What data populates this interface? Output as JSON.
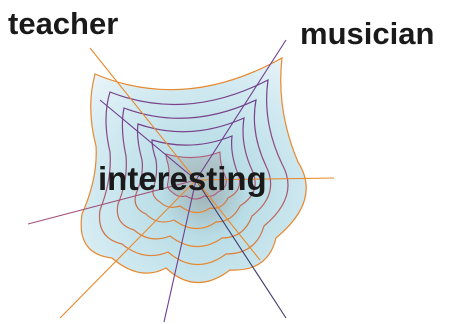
{
  "labels": {
    "teacher": "teacher",
    "musician": "musician",
    "center": "interesting"
  },
  "colors": {
    "web_fill_outer": "#e4f1f6",
    "web_fill_inner": "#bfdfe8",
    "web_center": "#a9b7bb",
    "thread_purple": "#6e3f8e",
    "thread_orange": "#e8892e",
    "label_text": "#1a1a1a"
  }
}
